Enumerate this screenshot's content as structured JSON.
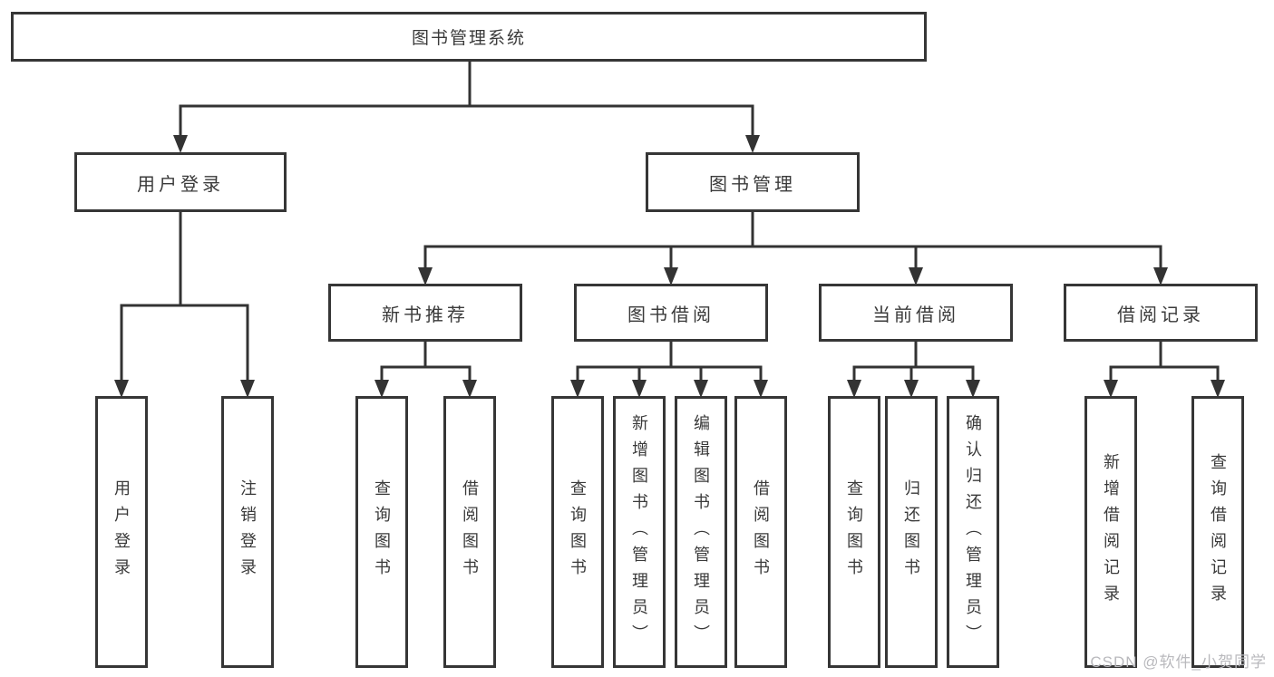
{
  "diagram": {
    "root": "图书管理系统",
    "level2": [
      {
        "label": "用户登录",
        "leaves": [
          "用户登录",
          "注销登录"
        ]
      },
      {
        "label": "图书管理",
        "sections": [
          {
            "label": "新书推荐",
            "leaves": [
              "查询图书",
              "借阅图书"
            ]
          },
          {
            "label": "图书借阅",
            "leaves": [
              "查询图书",
              "新增图书（管理员）",
              "编辑图书（管理员）",
              "借阅图书"
            ]
          },
          {
            "label": "当前借阅",
            "leaves": [
              "查询图书",
              "归还图书",
              "确认归还（管理员）"
            ]
          },
          {
            "label": "借阅记录",
            "leaves": [
              "新增借阅记录",
              "查询借阅记录"
            ]
          }
        ]
      }
    ]
  },
  "watermark": {
    "text": "CSDN @软件_小贺同学"
  },
  "colors": {
    "line": "#333333",
    "box_border": "#363636",
    "text": "#3a3a3a",
    "watermark": "#b9b9bd"
  }
}
